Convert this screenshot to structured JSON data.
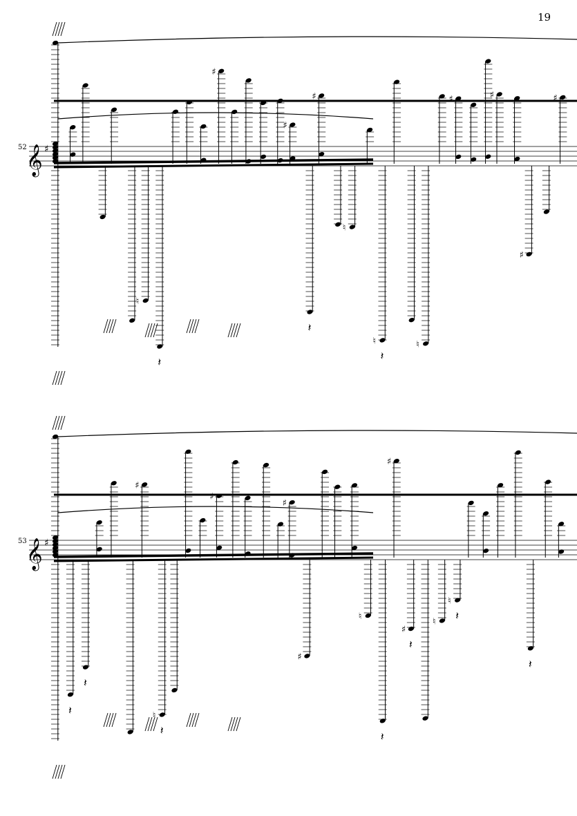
{
  "page": {
    "page_number": "19"
  },
  "systems": [
    {
      "measure_number": "52",
      "clef": "treble-clef",
      "key_signature": [
        "F#"
      ]
    },
    {
      "measure_number": "53",
      "clef": "treble-clef",
      "key_signature": [
        "F#"
      ]
    }
  ],
  "symbols": {
    "sharp": "♯",
    "natural": "♮",
    "clef": "𝄞",
    "rest": "𝄽"
  },
  "colors": {
    "ink": "#000000",
    "paper": "#ffffff"
  }
}
